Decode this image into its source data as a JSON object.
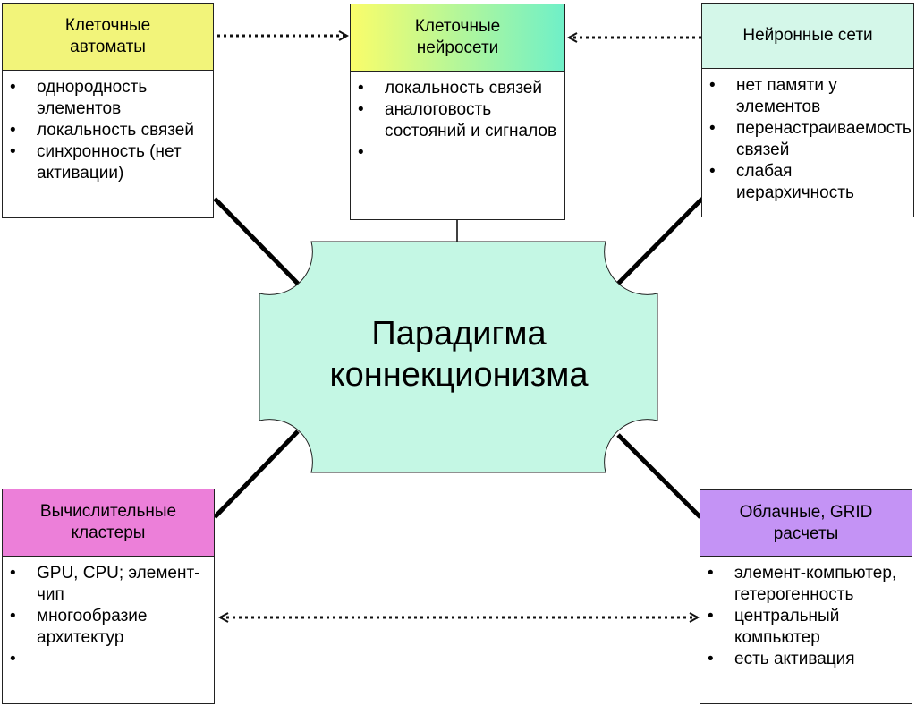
{
  "center": {
    "title": "Парадигма\nконнекционизма"
  },
  "boxes": {
    "cellular_automata": {
      "title": "Клеточные\nавтоматы",
      "items": [
        "однородность элементов",
        "локальность связей",
        "синхронность (нет активации)"
      ]
    },
    "cellular_nn": {
      "title": "Клеточные\nнейросети",
      "items": [
        "локальность связей",
        "аналоговость состояний и сигналов",
        ""
      ]
    },
    "neural_nets": {
      "title": "Нейронные сети",
      "items": [
        "нет памяти у элементов",
        "перенастраиваемость связей",
        "слабая иерархичность"
      ]
    },
    "clusters": {
      "title": "Вычислительные\nкластеры",
      "items": [
        "GPU, CPU; элемент-чип",
        "многообразие архитектур",
        ""
      ]
    },
    "cloud": {
      "title": "Облачные, GRID\nрасчеты",
      "items": [
        "элемент-компьютер, гетерогенность",
        "центральный компьютер",
        "есть активация"
      ]
    }
  },
  "colors": {
    "center_fill": "#c4f7e4",
    "automata_header": "#f2f47a",
    "nn_header": "#d4f7e9",
    "clusters_header": "#ec7fd9",
    "cloud_header": "#c493f5",
    "cellnn_gradient": [
      "#fafd6a",
      "#6ff0c8"
    ]
  }
}
